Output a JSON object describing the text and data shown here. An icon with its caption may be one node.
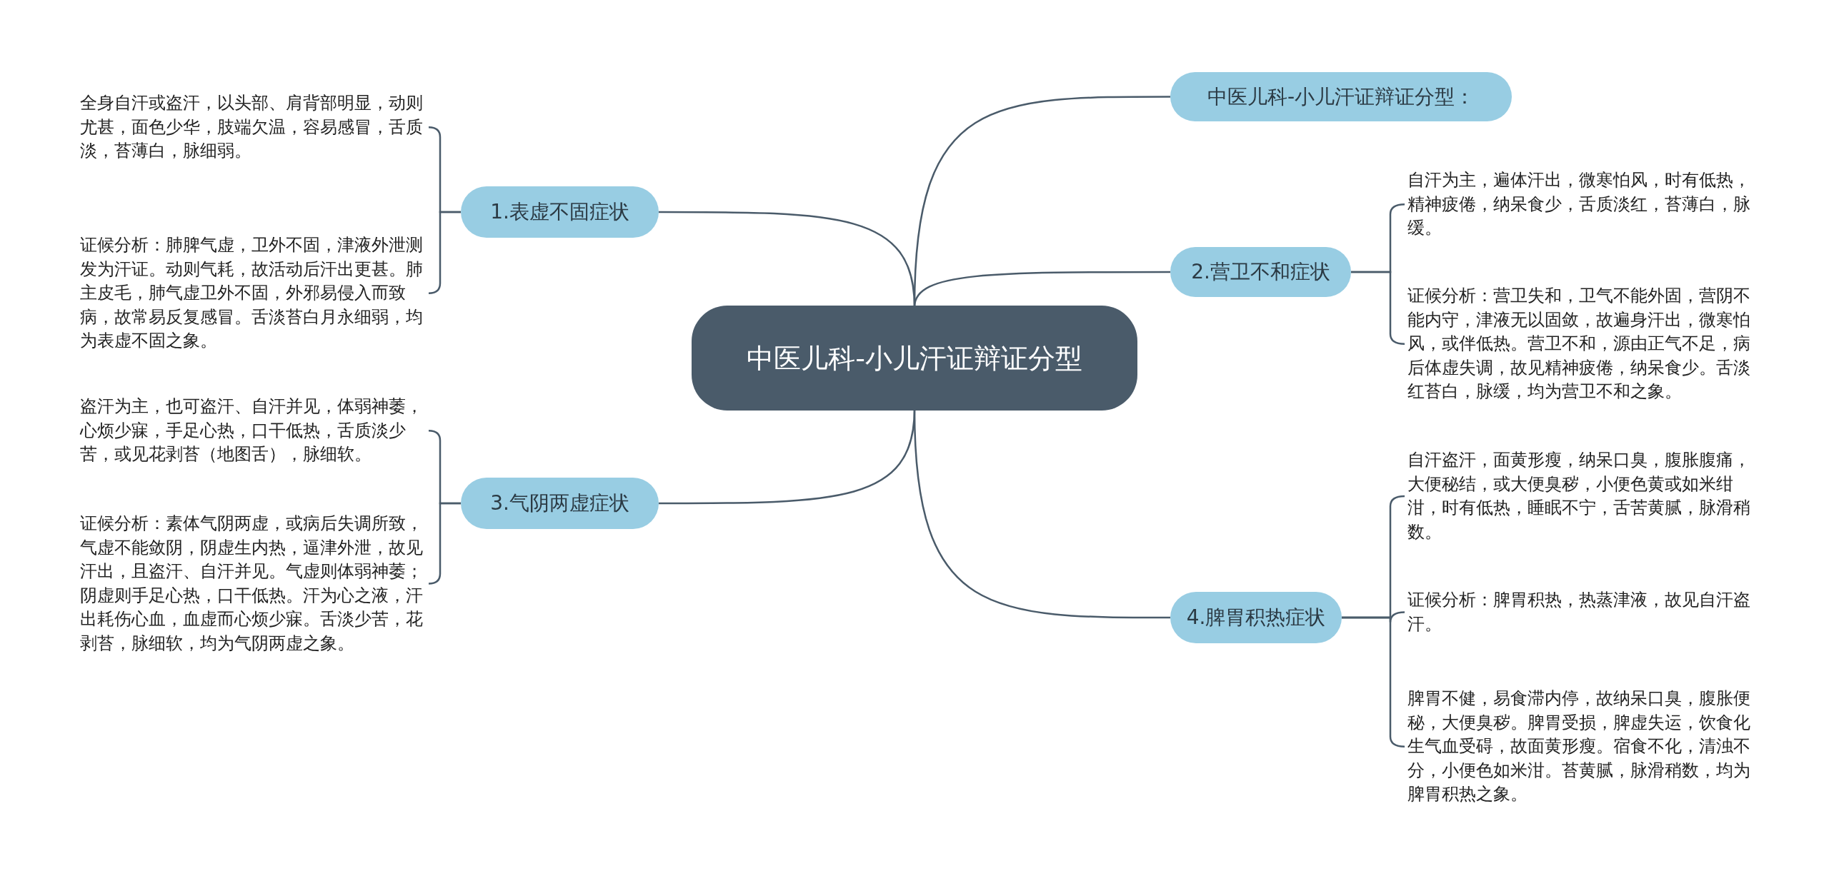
{
  "diagram": {
    "nodes": [
      {
        "text": [
          "中医儿科-小儿汗证辩证分型"
        ]
      },
      {
        "text": [
          "中医儿科-小儿汗证辩证分型："
        ]
      },
      {
        "text": [
          "1.表虚不固症状"
        ]
      },
      {
        "text": [
          "全身自汗或盗汗，以头部、肩背部明显，动则尤甚，面色少华，肢端欠温，容易感冒，舌质淡，苔薄白，脉细弱。"
        ]
      },
      {
        "text": [
          "证候分析：肺脾气虚，卫外不固，津液外泄测发为汗证。动则气耗，故活动后汗出更甚。肺主皮毛，肺气虚卫外不固，外邪易侵入而致病，故常易反复感冒。舌淡苔白月永细弱，均为表虚不固之象。"
        ]
      },
      {
        "text": [
          "2.营卫不和症状"
        ]
      },
      {
        "text": [
          "自汗为主，遍体汗出，微寒怕风，时有低热，精神疲倦，纳呆食少，舌质淡红，苔薄白，脉缓。"
        ]
      },
      {
        "text": [
          "证候分析：营卫失和，卫气不能外固，营阴不能内守，津液无以固敛，故遍身汗出，微寒怕风，或伴低热。营卫不和，源由正气不足，病后体虚失调，故见精神疲倦，纳呆食少。舌淡红苔白，脉缓，均为营卫不和之象。"
        ]
      },
      {
        "text": [
          "3.气阴两虚症状"
        ]
      },
      {
        "text": [
          "盗汗为主，也可盗汗、自汗并见，体弱神萎，心烦少寐，手足心热，口干低热，舌质淡少苦，或见花剥苔（地图舌），脉细软。"
        ]
      },
      {
        "text": [
          "证候分析：素体气阴两虚，或病后失调所致，气虚不能敛阴，阴虚生内热，逼津外泄，故见汗出，且盗汗、自汗并见。气虚则体弱神萎；阴虚则手足心热，口干低热。汗为心之液，汗出耗伤心血，血虚而心烦少寐。舌淡少苦，花剥苔，脉细软，均为气阴两虚之象。"
        ]
      },
      {
        "text": [
          "4.脾胃积热症状"
        ]
      },
      {
        "text": [
          "自汗盗汗，面黄形瘦，纳呆口臭，腹胀腹痛，大便秘结，或大便臭秽，小便色黄或如米绀泔，时有低热，睡眠不宁，舌苦黄腻，脉滑稍数。"
        ]
      },
      {
        "text": [
          "证候分析：脾胃积热，热蒸津液，故见自汗盗汗。"
        ]
      },
      {
        "text": [
          "脾胃不健，易食滞内停，故纳呆口臭，腹胀便秘，大便臭秽。脾胃受损，脾虚失运，饮食化生气血受碍，故面黄形瘦。宿食不化，清浊不分，小便色如米泔。苔黄腻，脉滑稍数，均为脾胃积热之象。"
        ]
      }
    ],
    "edges": [
      {
        "from": 0,
        "to": 1,
        "arrow": "none"
      },
      {
        "from": 0,
        "to": 2,
        "arrow": "none"
      },
      {
        "from": 2,
        "to": 3,
        "arrow": "none"
      },
      {
        "from": 2,
        "to": 4,
        "arrow": "none"
      },
      {
        "from": 0,
        "to": 5,
        "arrow": "none"
      },
      {
        "from": 5,
        "to": 6,
        "arrow": "none"
      },
      {
        "from": 5,
        "to": 7,
        "arrow": "none"
      },
      {
        "from": 0,
        "to": 8,
        "arrow": "none"
      },
      {
        "from": 8,
        "to": 9,
        "arrow": "none"
      },
      {
        "from": 8,
        "to": 10,
        "arrow": "none"
      },
      {
        "from": 0,
        "to": 11,
        "arrow": "none"
      },
      {
        "from": 11,
        "to": 12,
        "arrow": "none"
      },
      {
        "from": 11,
        "to": 13,
        "arrow": "none"
      },
      {
        "from": 11,
        "to": 14,
        "arrow": "none"
      }
    ]
  }
}
